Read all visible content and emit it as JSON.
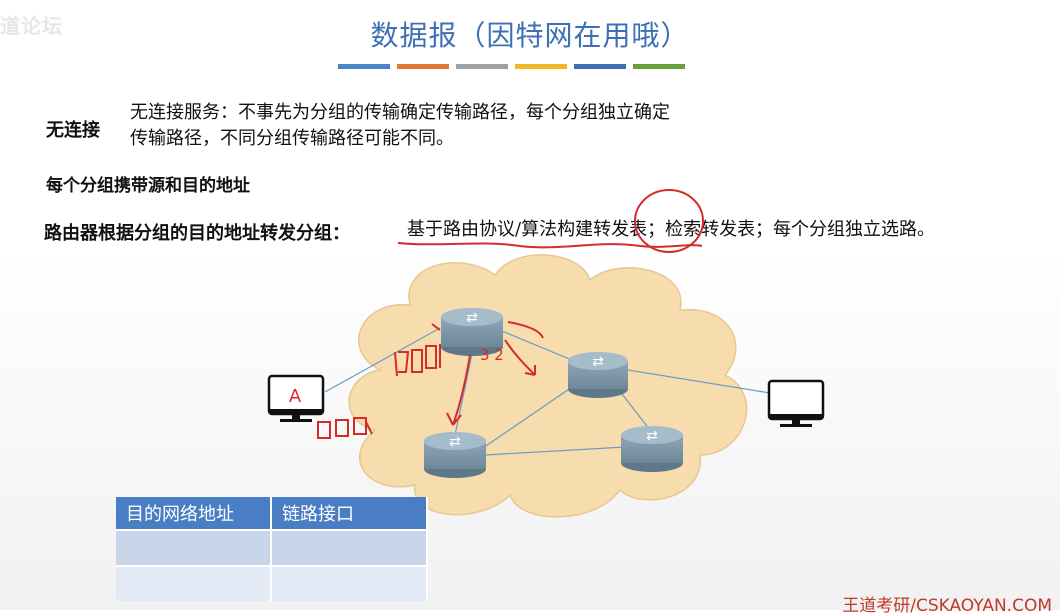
{
  "watermark_top": "道论坛",
  "title": "数据报（因特网在用哦）",
  "title_bar_colors": [
    "#4a86c5",
    "#e0782f",
    "#a0a0a0",
    "#f0b92b",
    "#3e6db5",
    "#6aa13c"
  ],
  "connectionless": {
    "label": "无连接",
    "line1": "无连接服务：不事先为分组的传输确定传输路径，每个分组独立确定",
    "line2": "传输路径，不同分组传输路径可能不同。"
  },
  "address_row": "每个分组携带源和目的地址",
  "router_row": {
    "label": "路由器根据分组的目的地址转发分组：",
    "text": "基于路由协议/算法构建转发表；检索转发表；每个分组独立选路。"
  },
  "diagram": {
    "host_a_label": "A",
    "handwriting_packets": "□□□",
    "handwriting_numbers": "3  2",
    "cloud_color": "#f7dcae",
    "annotation_color": "#d62b2b"
  },
  "table": {
    "headers": [
      "目的网络地址",
      "链路接口"
    ],
    "rows": [
      [
        "",
        ""
      ],
      [
        "",
        ""
      ]
    ]
  },
  "watermark_bottom": "王道考研/CSKAOYAN.COM"
}
